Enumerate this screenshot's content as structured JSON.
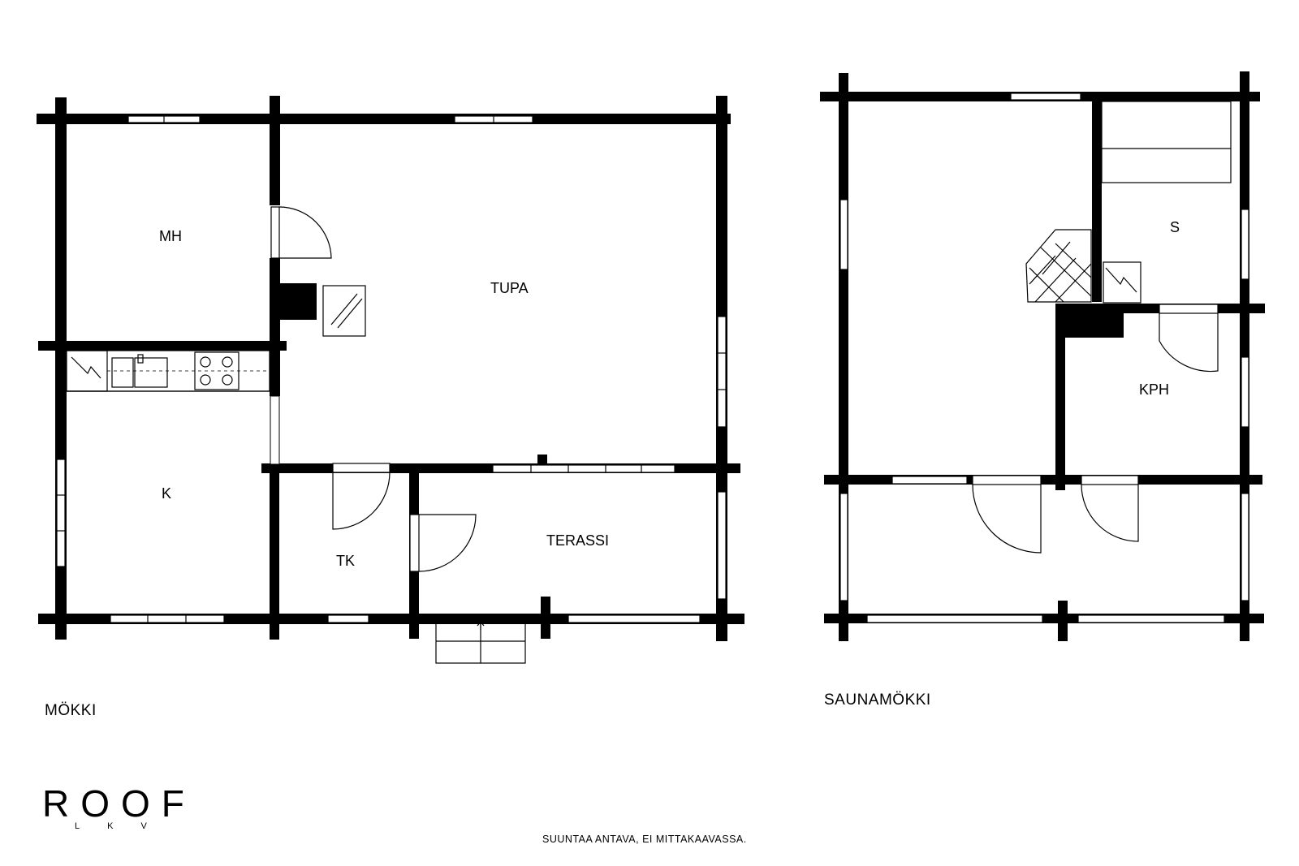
{
  "plans": [
    {
      "caption": "MÖKKI",
      "rooms": [
        "MH",
        "TUPA",
        "K",
        "TK",
        "TERASSI"
      ]
    },
    {
      "caption": "SAUNAMÖKKI",
      "rooms": [
        "S",
        "KPH"
      ]
    }
  ],
  "disclaimer": "SUUNTAA ANTAVA, EI MITTAKAAVASSA.",
  "logo": {
    "main": "ROOF",
    "sub": "LKV"
  },
  "colors": {
    "wall": "#000000",
    "background": "#ffffff"
  }
}
